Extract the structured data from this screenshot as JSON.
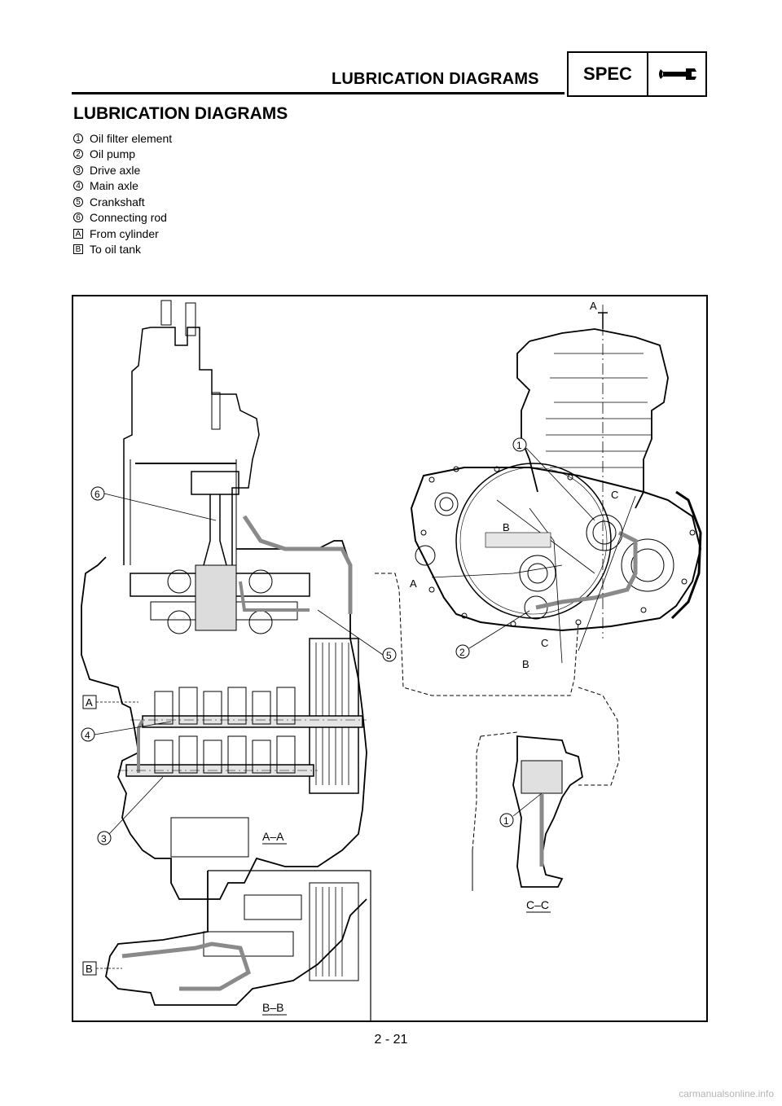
{
  "header": {
    "title": "LUBRICATION DIAGRAMS",
    "badge": "SPEC",
    "badge_icon": "wrench-icon"
  },
  "section_title": "LUBRICATION DIAGRAMS",
  "legend": [
    {
      "key": "1",
      "shape": "circle",
      "label": "Oil filter element"
    },
    {
      "key": "2",
      "shape": "circle",
      "label": "Oil pump"
    },
    {
      "key": "3",
      "shape": "circle",
      "label": "Drive axle"
    },
    {
      "key": "4",
      "shape": "circle",
      "label": "Main axle"
    },
    {
      "key": "5",
      "shape": "circle",
      "label": "Crankshaft"
    },
    {
      "key": "6",
      "shape": "circle",
      "label": "Connecting rod"
    },
    {
      "key": "A",
      "shape": "square",
      "label": "From cylinder"
    },
    {
      "key": "B",
      "shape": "square",
      "label": "To oil tank"
    }
  ],
  "diagram": {
    "callouts": [
      "6",
      "5",
      "4",
      "3",
      "1",
      "2",
      "1"
    ],
    "side_markers": [
      "A",
      "B"
    ],
    "cut_markers": [
      "A",
      "A",
      "B",
      "B",
      "C",
      "C"
    ],
    "section_labels": [
      "A-A",
      "B-B",
      "C-C"
    ]
  },
  "page_number": "2 - 21",
  "watermark": "carmanualsonline.info"
}
